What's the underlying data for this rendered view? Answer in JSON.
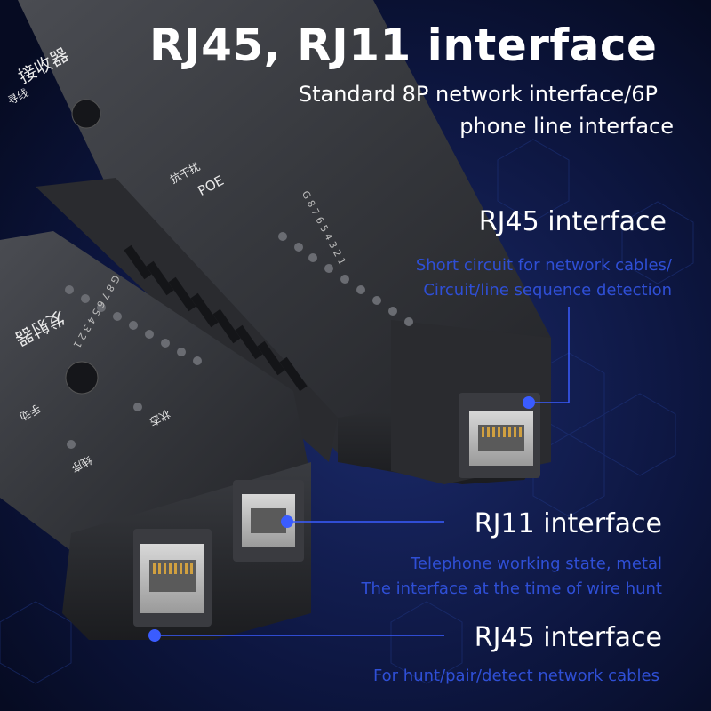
{
  "title": "RJ45, RJ11 interface",
  "subtitle_line1": "Standard 8P network interface/6P",
  "subtitle_line2": "phone line interface",
  "callouts": {
    "rj45_top": {
      "label": "RJ45 interface",
      "desc_line1": "Short circuit for network cables/",
      "desc_line2": "Circuit/line sequence detection"
    },
    "rj11": {
      "label": "RJ11 interface",
      "desc_line1": "Telephone working state, metal",
      "desc_line2": "The interface at the time of wire hunt"
    },
    "rj45_bottom": {
      "label": "RJ45 interface",
      "desc_line1": "For hunt/pair/detect network cables"
    }
  },
  "device_labels": {
    "receiver_name": "接收器",
    "find_line": "寻线",
    "anti_interference": "抗干扰",
    "poe": "POE",
    "sender_name": "发射器",
    "manual": "手动",
    "status": "状态",
    "sequence": "线序",
    "led_numbers_top": "G 8 7 6 5 4 3 2 1",
    "led_numbers_bottom": "G 8 7 6 5 4 3 2 1"
  },
  "colors": {
    "background": "#0a1230",
    "accent_blue": "#2f4fd6",
    "callout_line": "#3a5cff",
    "device_body": "#2e2f33"
  }
}
